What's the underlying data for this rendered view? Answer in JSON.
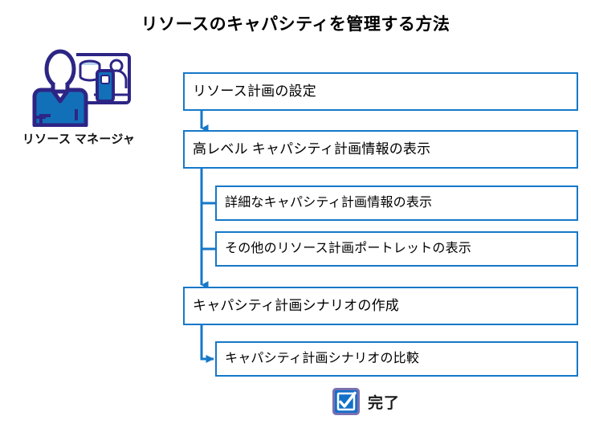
{
  "diagram": {
    "title": "リソースのキャパシティを管理する方法",
    "type": "flowchart",
    "actor": {
      "label": "リソース マネージャ",
      "icon": "resource-manager-icon"
    },
    "steps": [
      {
        "id": "setup",
        "label": "リソース計画の設定",
        "level": "main"
      },
      {
        "id": "highlevel",
        "label": "高レベル キャパシティ計画情報の表示",
        "level": "main"
      },
      {
        "id": "detail",
        "label": "詳細なキャパシティ計画情報の表示",
        "level": "sub"
      },
      {
        "id": "portlet",
        "label": "その他のリソース計画ポートレットの表示",
        "level": "sub"
      },
      {
        "id": "scenario",
        "label": "キャパシティ計画シナリオの作成",
        "level": "main"
      },
      {
        "id": "compare",
        "label": "キャパシティ計画シナリオの比較",
        "level": "sub"
      }
    ],
    "done": {
      "label": "完了",
      "icon": "checkbox-checked-icon"
    },
    "colors": {
      "box_border": "#1678c8",
      "connector": "#1678c8",
      "icon_outline": "#2d2585",
      "icon_fill": "#1270b8",
      "done_border": "#7b6fb0",
      "done_fill": "#1270c8",
      "title_text": "#000000",
      "background": "#ffffff"
    }
  }
}
